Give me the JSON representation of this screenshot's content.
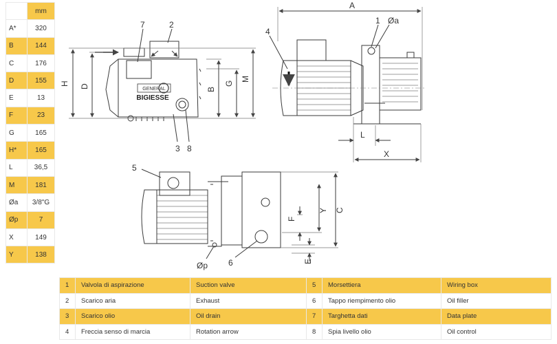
{
  "dimensions": {
    "unit_header": "mm",
    "rows": [
      {
        "key": "A*",
        "value": "320",
        "highlight": false
      },
      {
        "key": "B",
        "value": "144",
        "highlight": true
      },
      {
        "key": "C",
        "value": "176",
        "highlight": false
      },
      {
        "key": "D",
        "value": "155",
        "highlight": true
      },
      {
        "key": "E",
        "value": "13",
        "highlight": false
      },
      {
        "key": "F",
        "value": "23",
        "highlight": true
      },
      {
        "key": "G",
        "value": "165",
        "highlight": false
      },
      {
        "key": "H*",
        "value": "165",
        "highlight": true
      },
      {
        "key": "L",
        "value": "36,5",
        "highlight": false
      },
      {
        "key": "M",
        "value": "181",
        "highlight": true
      },
      {
        "key": "Øa",
        "value": "3/8\"G",
        "highlight": false
      },
      {
        "key": "Øp",
        "value": "7",
        "highlight": true
      },
      {
        "key": "X",
        "value": "149",
        "highlight": false
      },
      {
        "key": "Y",
        "value": "138",
        "highlight": true
      }
    ]
  },
  "legend": [
    {
      "n1": "1",
      "it1": "Valvola di aspirazione",
      "en1": "Suction valve",
      "n2": "5",
      "it2": "Morsettiera",
      "en2": "Wiring box",
      "highlight": true
    },
    {
      "n1": "2",
      "it1": "Scarico aria",
      "en1": "Exhaust",
      "n2": "6",
      "it2": "Tappo riempimento olio",
      "en2": "Oil filler",
      "highlight": false
    },
    {
      "n1": "3",
      "it1": "Scarico olio",
      "en1": "Oil drain",
      "n2": "7",
      "it2": "Targhetta dati",
      "en2": "Data plate",
      "highlight": true
    },
    {
      "n1": "4",
      "it1": "Freccia senso di marcia",
      "en1": "Rotation arrow",
      "n2": "8",
      "it2": "Spia livello olio",
      "en2": "Oil control",
      "highlight": false
    }
  ],
  "drawing": {
    "labels": {
      "A": "A",
      "B": "B",
      "C": "C",
      "D": "D",
      "E": "E",
      "F": "F",
      "G": "G",
      "H": "H",
      "L": "L",
      "M": "M",
      "X": "X",
      "Y": "Y",
      "oa": "Øa",
      "op": "Øp",
      "n1": "1",
      "n2": "2",
      "n3": "3",
      "n4": "4",
      "n5": "5",
      "n6": "6",
      "n7": "7",
      "n8": "8"
    },
    "brand_top": "GENERAL",
    "brand_name": "BIGIESSE",
    "colors": {
      "line": "#3a3a3a",
      "accent": "#f7c84a"
    }
  }
}
